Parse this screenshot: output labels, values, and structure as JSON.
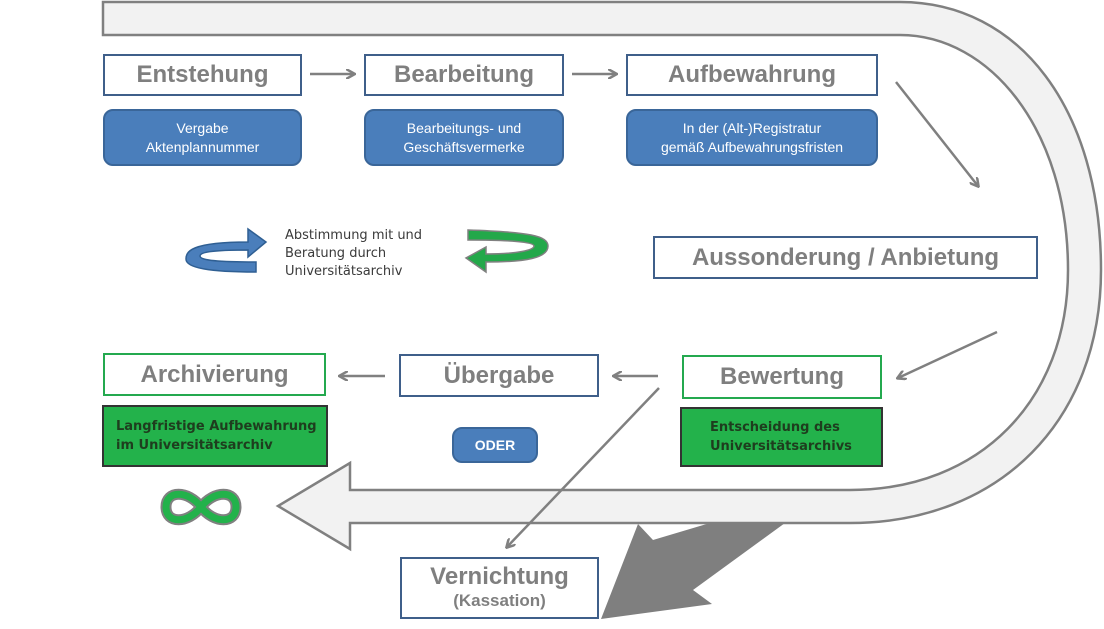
{
  "diagram": {
    "type": "records-lifecycle-flow",
    "stages": {
      "entstehung": {
        "label": "Entstehung",
        "note": [
          "Vergabe",
          "Aktenplannummer"
        ]
      },
      "bearbeitung": {
        "label": "Bearbeitung",
        "note": [
          "Bearbeitungs- und",
          "Geschäftsvermerke"
        ]
      },
      "aufbewahrung": {
        "label": "Aufbewahrung",
        "note": [
          "In der (Alt-)Registratur",
          "gemäß Aufbewahrungsfristen"
        ]
      },
      "aussonderung": {
        "label": "Aussonderung / Anbietung"
      },
      "bewertung": {
        "label": "Bewertung",
        "note": [
          "Entscheidung des",
          "Universitätsarchivs"
        ]
      },
      "uebergabe": {
        "label": "Übergabe"
      },
      "archivierung": {
        "label": "Archivierung",
        "note": [
          "Langfristige Aufbewahrung",
          "im Universitätsarchiv"
        ]
      },
      "vernichtung": {
        "label": "Vernichtung",
        "sublabel": "(Kassation)"
      }
    },
    "oder_label": "ODER",
    "consultation": [
      "Abstimmung mit und",
      "Beratung durch",
      "Universitätsarchiv"
    ],
    "icons": {
      "blue_cycle": "circular-arrow-right-icon",
      "green_cycle": "circular-arrow-left-icon",
      "infinity": "infinity-icon"
    },
    "colors": {
      "stage_border_blue": "#3f5f8a",
      "stage_border_green": "#24a94f",
      "note_blue": "#4a7ebb",
      "note_green": "#23b24b",
      "heading_text": "#7f7f7f",
      "big_arrow_fill": "#f2f2f2",
      "arrow_gray": "#808080"
    }
  }
}
